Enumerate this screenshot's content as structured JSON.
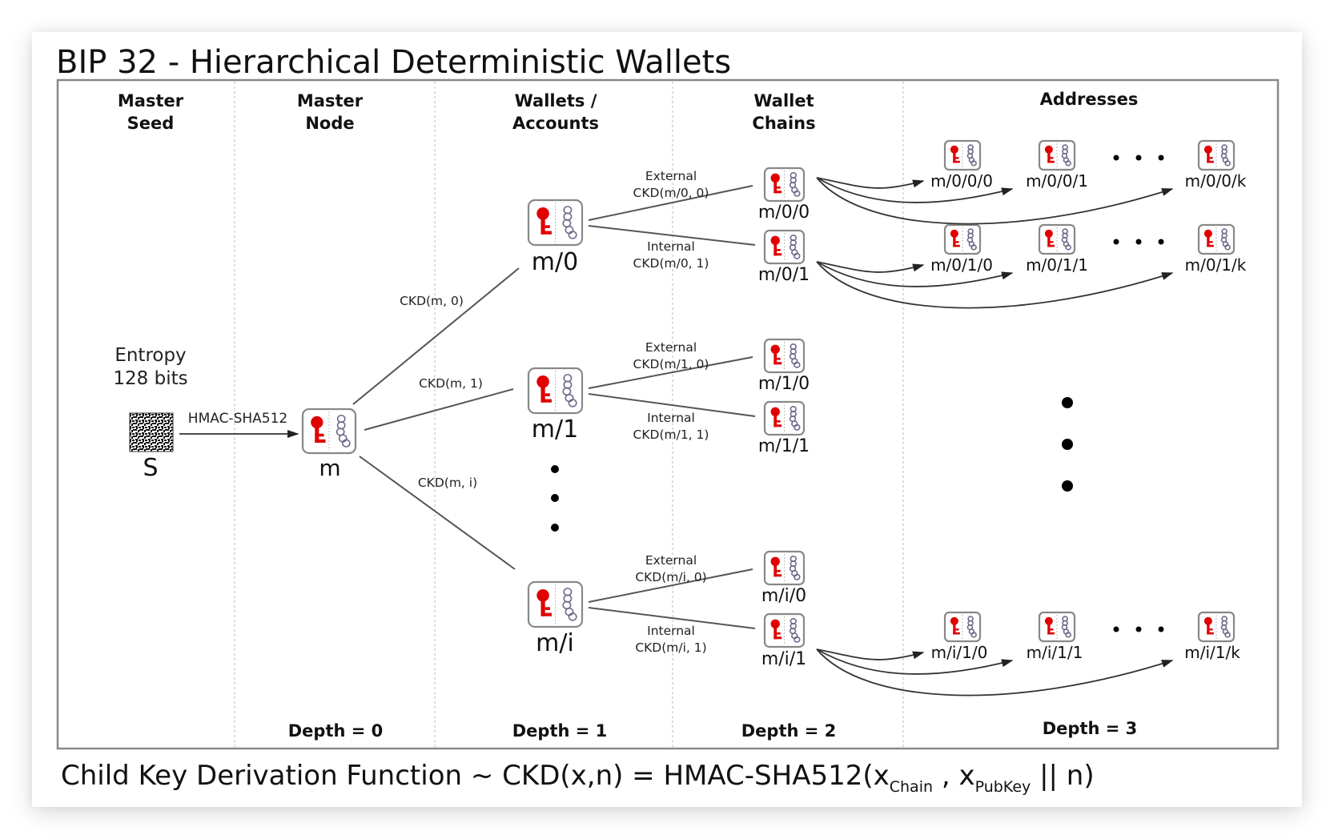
{
  "title": "BIP 32 - Hierarchical Deterministic Wallets",
  "columns": [
    {
      "line1": "Master",
      "line2": "Seed"
    },
    {
      "line1": "Master",
      "line2": "Node"
    },
    {
      "line1": "Wallets /",
      "line2": "Accounts"
    },
    {
      "line1": "Wallet",
      "line2": "Chains"
    },
    {
      "line1": "Addresses",
      "line2": ""
    }
  ],
  "depths": [
    "Depth = 0",
    "Depth = 1",
    "Depth = 2",
    "Depth = 3"
  ],
  "seed": {
    "entropy_line1": "Entropy",
    "entropy_line2": "128 bits",
    "label": "S",
    "arrow_label": "HMAC-SHA512"
  },
  "master": {
    "label": "m"
  },
  "accounts": [
    {
      "label": "m/0",
      "edge_label": "CKD(m, 0)"
    },
    {
      "label": "m/1",
      "edge_label": "CKD(m, 1)"
    },
    {
      "label": "m/i",
      "edge_label": "CKD(m, i)"
    }
  ],
  "chains": [
    {
      "label": "m/0/0",
      "type": "External",
      "edge_label": "CKD(m/0, 0)"
    },
    {
      "label": "m/0/1",
      "type": "Internal",
      "edge_label": "CKD(m/0, 1)"
    },
    {
      "label": "m/1/0",
      "type": "External",
      "edge_label": "CKD(m/1, 0)"
    },
    {
      "label": "m/1/1",
      "type": "Internal",
      "edge_label": "CKD(m/1, 1)"
    },
    {
      "label": "m/i/0",
      "type": "External",
      "edge_label": "CKD(m/i, 0)"
    },
    {
      "label": "m/i/1",
      "type": "Internal",
      "edge_label": "CKD(m/i, 1)"
    }
  ],
  "addresses": [
    {
      "from": "m/0/0",
      "items": [
        "m/0/0/0",
        "m/0/0/1",
        "m/0/0/k"
      ]
    },
    {
      "from": "m/0/1",
      "items": [
        "m/0/1/0",
        "m/0/1/1",
        "m/0/1/k"
      ]
    },
    {
      "from": "m/i/1",
      "items": [
        "m/i/1/0",
        "m/i/1/1",
        "m/i/1/k"
      ]
    }
  ],
  "formula": {
    "prefix": "Child Key Derivation Function ~  CKD(x,n) = HMAC-SHA512(x",
    "sub1": "Chain",
    "mid": " , x",
    "sub2": "PubKey",
    "suffix": " || n)"
  },
  "colors": {
    "key": "#e00000",
    "chain": "#6b6b8a",
    "border": "#888888"
  }
}
